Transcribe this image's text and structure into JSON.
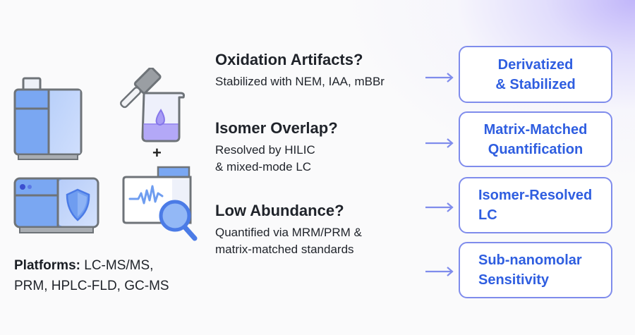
{
  "left_panel": {
    "icons": [
      {
        "name": "lc-instrument-icon"
      },
      {
        "name": "derivatization-beaker-icon"
      },
      {
        "name": "ms-instrument-shield-icon"
      },
      {
        "name": "chromatogram-search-icon"
      }
    ],
    "plus": "+",
    "platforms_label": "Platforms:",
    "platforms_line1": "LC-MS/MS,",
    "platforms_line2": "PRM, HPLC-FLD, GC-MS"
  },
  "challenges": [
    {
      "title": "Oxidation Artifacts?",
      "desc": [
        "Stabilized with NEM, IAA, mBBr"
      ]
    },
    {
      "title": "Isomer Overlap?",
      "desc": [
        "Resolved by HILIC",
        "& mixed-mode LC"
      ]
    },
    {
      "title": "Low Abundance?",
      "desc": [
        "Quantified via MRM/PRM &",
        "matrix-matched standards"
      ]
    }
  ],
  "arrow_icon": "arrow-right-icon",
  "outcomes": [
    {
      "lines": [
        "Derivatized",
        "& Stabilized"
      ]
    },
    {
      "lines": [
        "Matrix-Matched",
        "Quantification"
      ]
    },
    {
      "lines": [
        "Isomer-Resolved",
        "LC"
      ]
    },
    {
      "lines": [
        "Sub-nanomolar",
        "Sensitivity"
      ]
    }
  ],
  "colors": {
    "accent_blue": "#2f5ee0",
    "box_border": "#7f8cec",
    "arrow": "#7f8cec",
    "instrument_blue": "#7aa7f2",
    "liquid_purple": "#b3a8f7"
  }
}
